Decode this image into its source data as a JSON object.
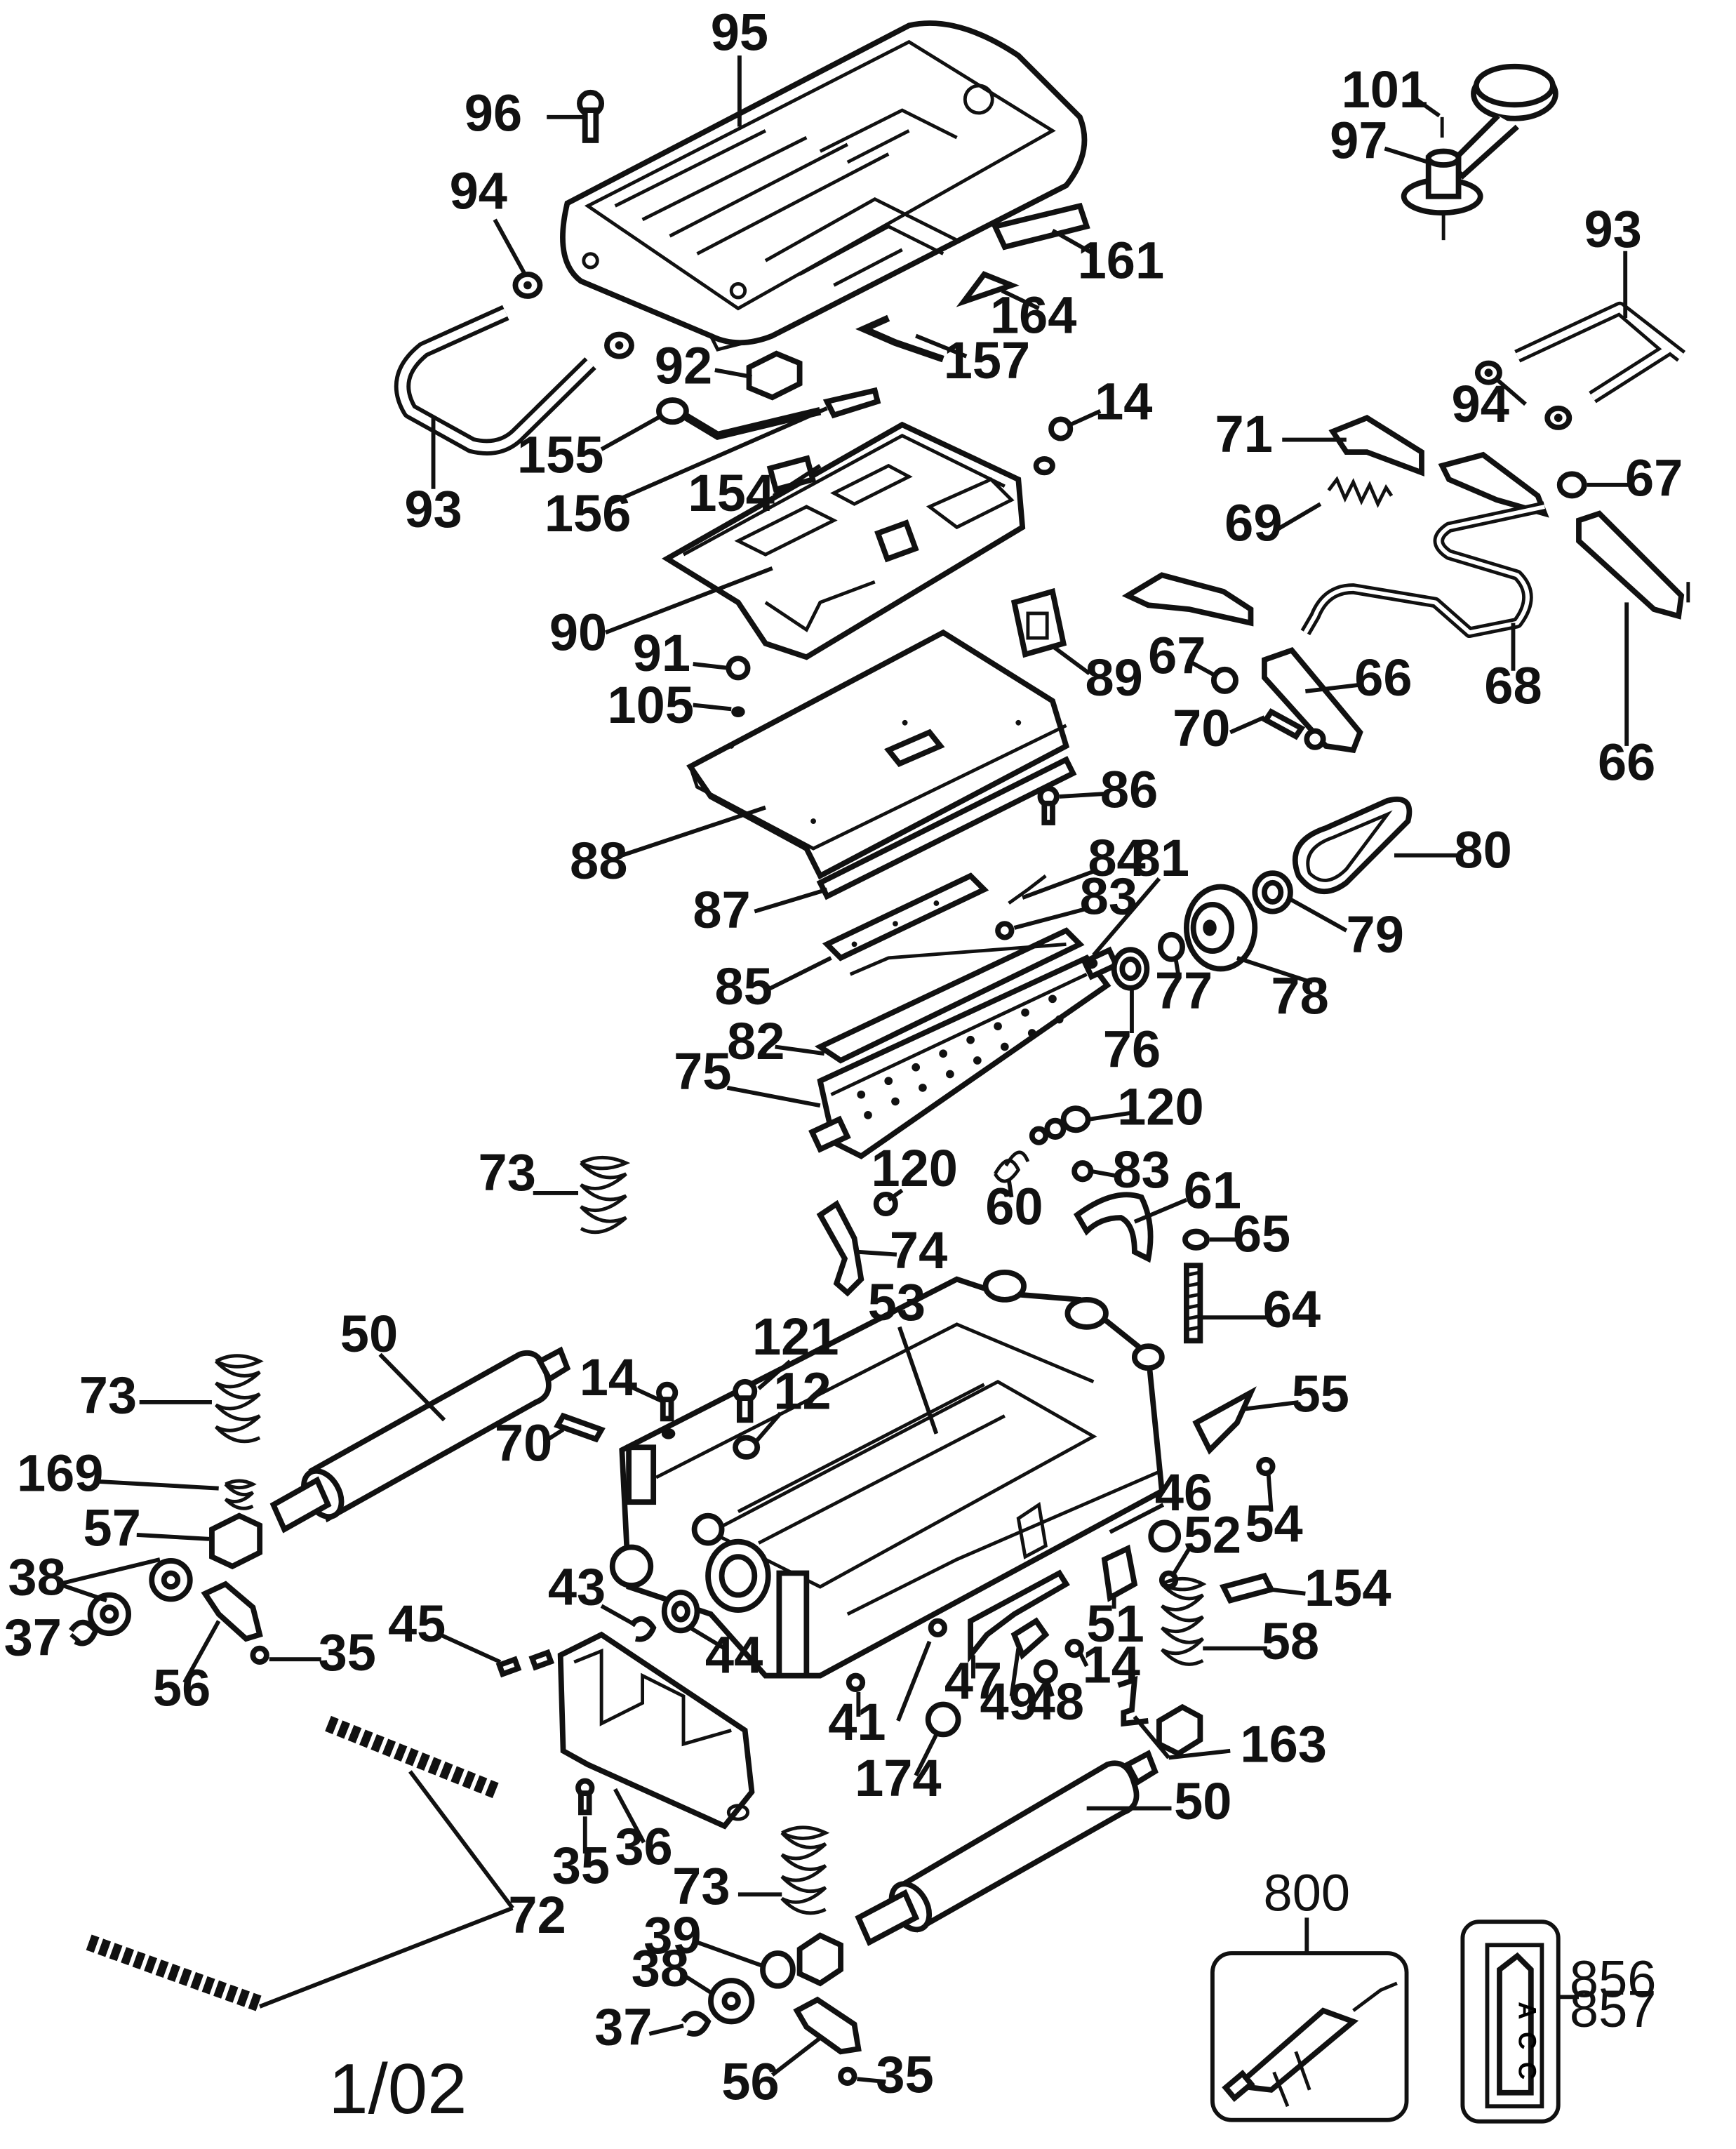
{
  "labels": {
    "p95": "95",
    "p96": "96",
    "p94a": "94",
    "p93a": "93",
    "p161": "161",
    "p164": "164",
    "p157": "157",
    "p92": "92",
    "p155": "155",
    "p156": "156",
    "p154a": "154",
    "p14a": "14",
    "p90": "90",
    "p91": "91",
    "p105": "105",
    "p89": "89",
    "p88": "88",
    "p86": "86",
    "p87": "87",
    "p84": "84",
    "p83a": "83",
    "p85": "85",
    "p82": "82",
    "p81": "81",
    "p75": "75",
    "p76": "76",
    "p77": "77",
    "p78": "78",
    "p79": "79",
    "p80": "80",
    "p101": "101",
    "p97": "97",
    "p93b": "93",
    "p94b": "94",
    "p71": "71",
    "p67a": "67",
    "p69": "69",
    "p67b": "67",
    "p66a": "66",
    "p70a": "70",
    "p68": "68",
    "p66b": "66",
    "p120a": "120",
    "p120b": "120",
    "p60": "60",
    "p83b": "83",
    "p61": "61",
    "p65": "65",
    "p74": "74",
    "p73a": "73",
    "p64": "64",
    "p53": "53",
    "p50a": "50",
    "p121": "121",
    "p73b": "73",
    "p14b": "14",
    "p12": "12",
    "p55": "55",
    "p70b": "70",
    "p169": "169",
    "p54": "54",
    "p57": "57",
    "p46": "46",
    "p52": "52",
    "p38a": "38",
    "p154b": "154",
    "p43": "43",
    "p51": "51",
    "p37a": "37",
    "p45": "45",
    "p44": "44",
    "p35a": "35",
    "p58": "58",
    "p56a": "56",
    "p47": "47",
    "p49": "49",
    "p48": "48",
    "p14c": "14",
    "p41": "41",
    "p163": "163",
    "p174": "174",
    "p50b": "50",
    "p35b": "35",
    "p36": "36",
    "p73c": "73",
    "p72": "72",
    "p39": "39",
    "p38b": "38",
    "p37b": "37",
    "p56b": "56",
    "p35c": "35",
    "p800": "800",
    "p856": "856",
    "p857": "857"
  },
  "inset_card_letters": [
    "A",
    "C",
    "C"
  ],
  "footer_code": "1/02"
}
